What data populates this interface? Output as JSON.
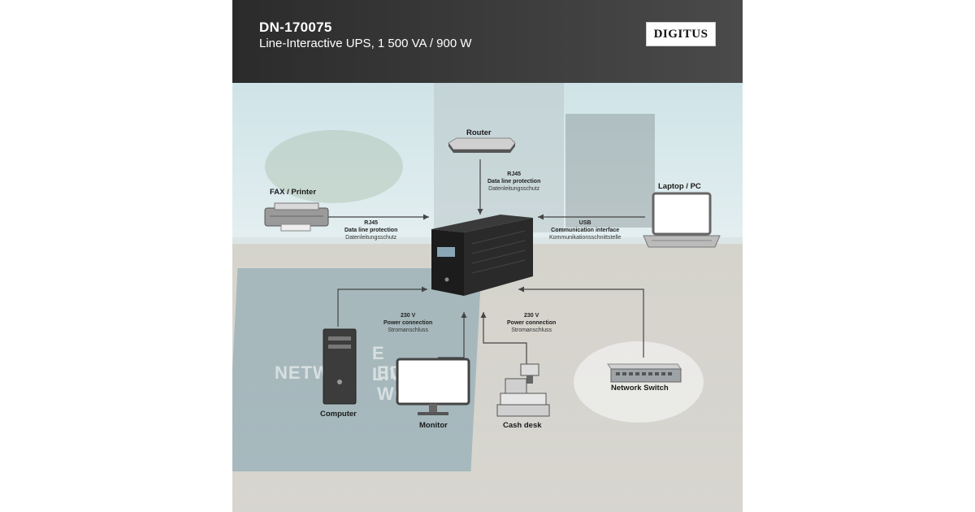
{
  "header": {
    "model": "DN-170075",
    "subtitle": "Line-Interactive UPS, 1 500 VA / 900 W",
    "brand": "DIGITUS"
  },
  "background_words": [
    "E LIVE",
    "NETW",
    "ED WO"
  ],
  "devices": {
    "router": "Router",
    "fax_printer": "FAX / Printer",
    "laptop_pc": "Laptop / PC",
    "computer": "Computer",
    "monitor": "Monitor",
    "cash_desk": "Cash desk",
    "network_switch": "Network Switch"
  },
  "connections": {
    "router_link": {
      "type": "RJ45",
      "title": "Data line protection",
      "note": "Datenleitungsschutz"
    },
    "fax_link": {
      "type": "RJ45",
      "title": "Data line protection",
      "note": "Datenleitungsschutz"
    },
    "usb_link": {
      "type": "USB",
      "title": "Communication interface",
      "note": "Kommunikationsschnittstelle"
    },
    "power_left": {
      "type": "230 V",
      "title": "Power connection",
      "note": "Stromanschluss"
    },
    "power_right": {
      "type": "230 V",
      "title": "Power connection",
      "note": "Stromanschluss"
    }
  },
  "colors": {
    "header_bg": "#333333",
    "arrow": "#444444",
    "ups_body": "#1c1c1c"
  }
}
